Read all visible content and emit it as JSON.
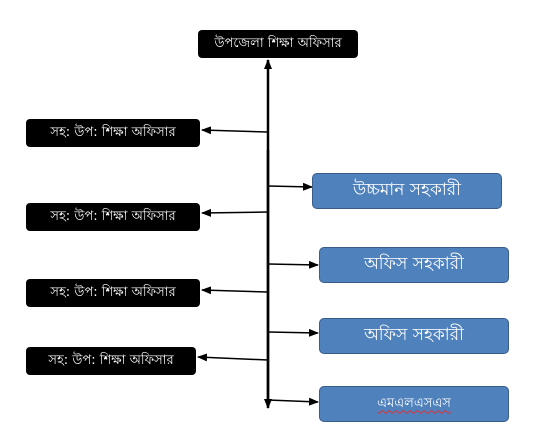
{
  "diagram": {
    "root": {
      "label": "উপজেলা শিক্ষা অফিসার",
      "color": "#000000"
    },
    "left_nodes": [
      {
        "label": "সহ: উপ: শিক্ষা অফিসার"
      },
      {
        "label": "সহ: উপ: শিক্ষা অফিসার"
      },
      {
        "label": "সহ: উপ: শিক্ষা অফিসার"
      },
      {
        "label": "সহ: উপ: শিক্ষা অফিসার"
      }
    ],
    "right_nodes": [
      {
        "label": "উচ্চমান সহকারী"
      },
      {
        "label": "অফিস সহকারী"
      },
      {
        "label": "অফিস সহকারী"
      },
      {
        "label": "এমএলএসএস",
        "spellcheck_underline": true
      }
    ],
    "colors": {
      "black_node": "#000000",
      "blue_node_fill": "#4f81bd",
      "blue_node_border": "#385d8a",
      "connector": "#000000"
    }
  }
}
